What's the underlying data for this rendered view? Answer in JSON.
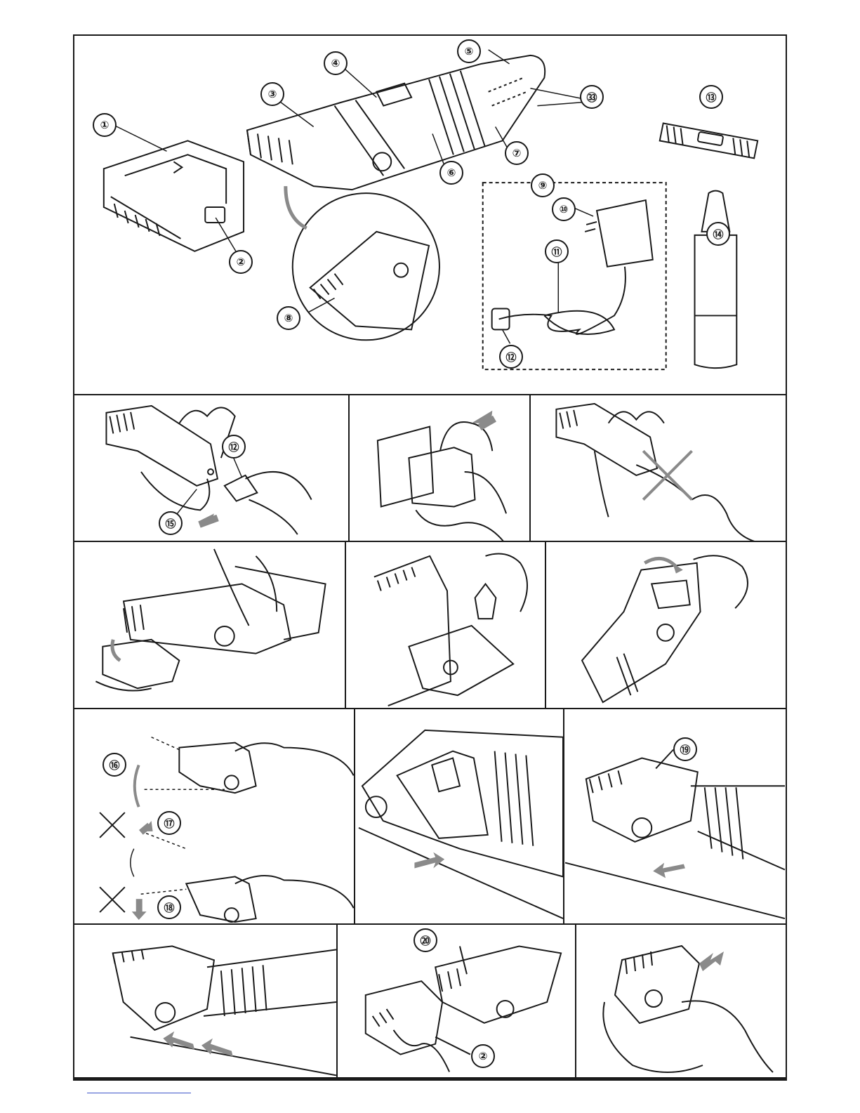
{
  "callouts": {
    "c1": "①",
    "c2": "②",
    "c3": "③",
    "c4": "④",
    "c5": "⑤",
    "c6": "⑥",
    "c7": "⑦",
    "c8": "⑧",
    "c9": "⑨",
    "c10": "⑩",
    "c11": "⑪",
    "c12": "⑫",
    "c13": "⑬",
    "c14": "⑭",
    "c15": "⑮",
    "c16": "⑯",
    "c17": "⑰",
    "c18": "⑱",
    "c19": "⑲",
    "c20": "⑳",
    "c33": "㉝"
  },
  "colors": {
    "line": "#1a1a1a",
    "arrow": "#8a8a8a",
    "light": "#cfcfcf"
  }
}
